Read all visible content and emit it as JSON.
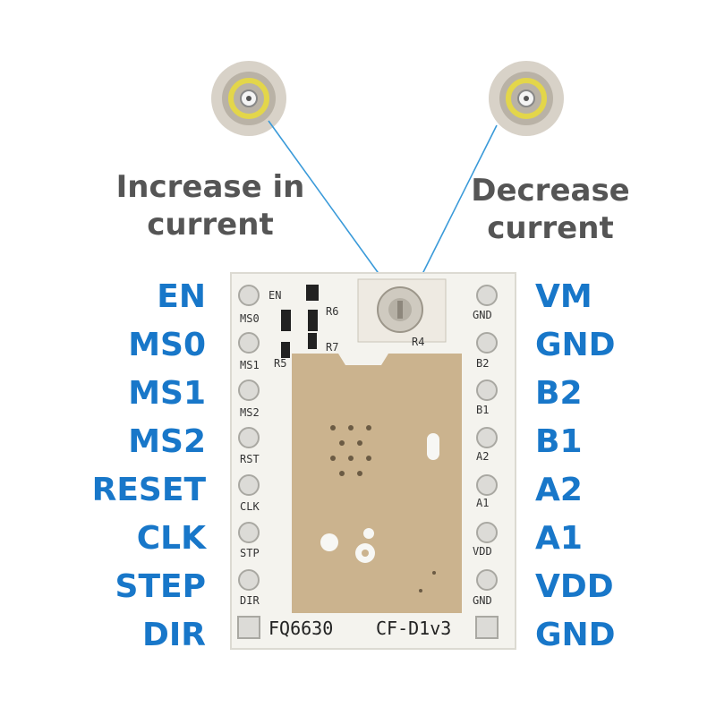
{
  "annotations": {
    "increase": [
      "Increase in",
      "current"
    ],
    "decrease": [
      "Decrease",
      "current"
    ]
  },
  "left_pins": [
    "EN",
    "MS0",
    "MS1",
    "MS2",
    "RESET",
    "CLK",
    "STEP",
    "DIR"
  ],
  "right_pins": [
    "VM",
    "GND",
    "B2",
    "B1",
    "A2",
    "A1",
    "VDD",
    "GND"
  ],
  "board": {
    "silk_left": [
      "EN",
      "MS0",
      "MS1",
      "MS2",
      "RST",
      "CLK",
      "STP",
      "DIR"
    ],
    "silk_right": [
      "GND",
      "B2",
      "B1",
      "A2",
      "A1",
      "VDD",
      "GND"
    ],
    "part_label": "FQ6630",
    "version_label": "CF-D1v3",
    "resistor_labels": [
      "R6",
      "R7",
      "R5",
      "R4"
    ]
  },
  "colors": {
    "label_blue": "#1877c9",
    "caption_gray": "#555555",
    "board_white": "#f4f3ee",
    "heatsink_copper": "#cbb38e",
    "line_blue": "#3a9ad9",
    "pot_ring_yellow": "#e3d64a"
  }
}
